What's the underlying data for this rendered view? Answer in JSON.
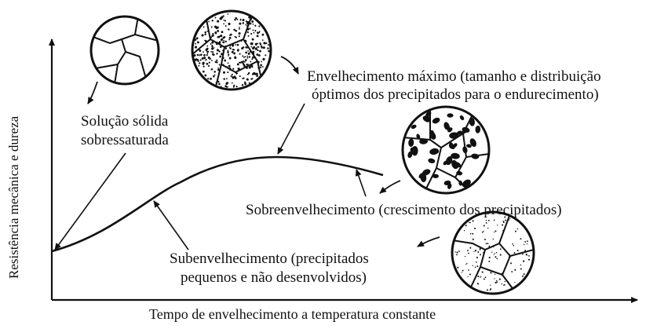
{
  "axes": {
    "x_label": "Tempo de envelhecimento a temperatura constante",
    "y_label": "Resistência mecânica e dureza"
  },
  "annotations": {
    "solid_solution": [
      "Solução sólida",
      "sobressaturada"
    ],
    "peak_aging": [
      "Envelhecimento máximo (tamanho e distribuição",
      "óptimos dos precipitados para o endurecimento)"
    ],
    "overaging": "Sobreenvelhecimento (crescimento dos precipitados)",
    "underaging": [
      "Subenvelhecimento (precipitados",
      "pequenos e não desenvolvidos)"
    ]
  },
  "colors": {
    "ink": "#111111",
    "background": "#ffffff"
  }
}
